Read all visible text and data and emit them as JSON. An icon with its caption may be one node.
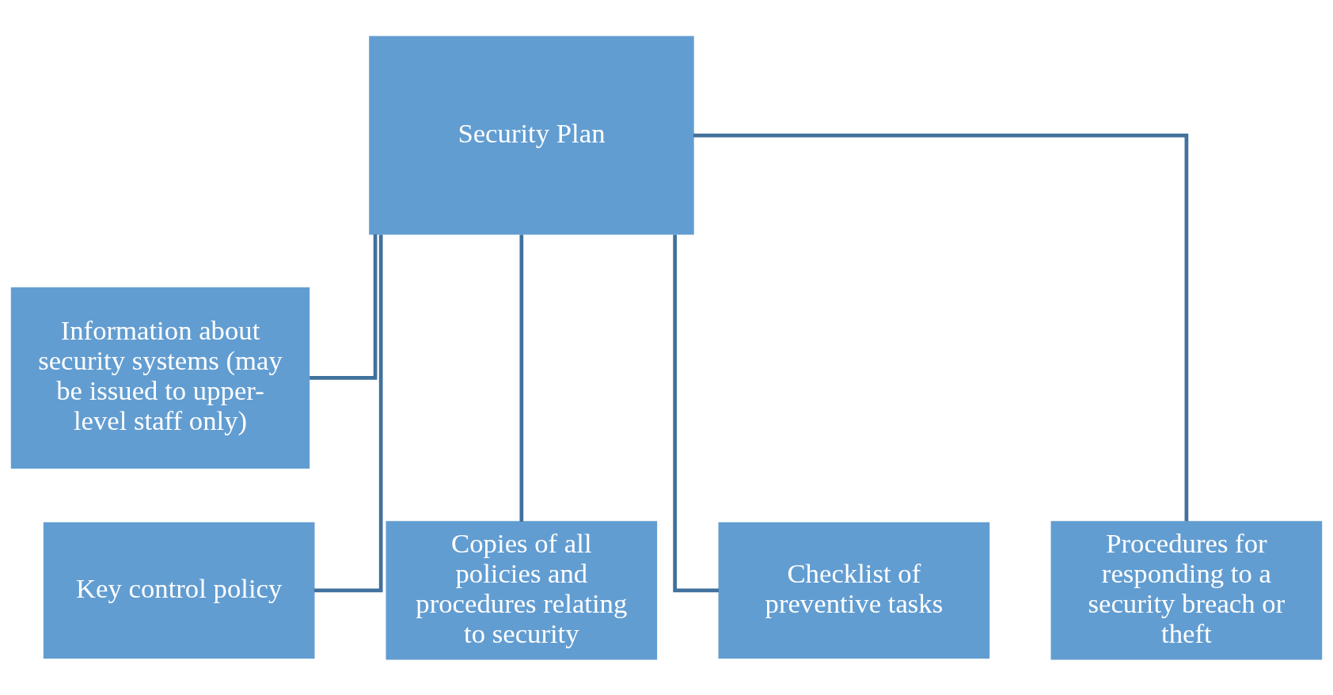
{
  "diagram": {
    "nodes": [
      {
        "text": [
          "Security Plan"
        ]
      },
      {
        "text": [
          "Information about security systems (may be issued to upper-level staff only)"
        ]
      },
      {
        "text": [
          "Key control policy"
        ]
      },
      {
        "text": [
          "Copies of all policies and procedures relating to security"
        ]
      },
      {
        "text": [
          "Checklist of preventive tasks"
        ]
      },
      {
        "text": [
          "Procedures for responding to a security breach or theft"
        ]
      }
    ],
    "edges": [
      {
        "from": 0,
        "to": 1,
        "arrow": "none"
      },
      {
        "from": 0,
        "to": 2,
        "arrow": "none"
      },
      {
        "from": 0,
        "to": 3,
        "arrow": "none"
      },
      {
        "from": 0,
        "to": 4,
        "arrow": "none"
      },
      {
        "from": 0,
        "to": 5,
        "arrow": "none"
      }
    ]
  }
}
